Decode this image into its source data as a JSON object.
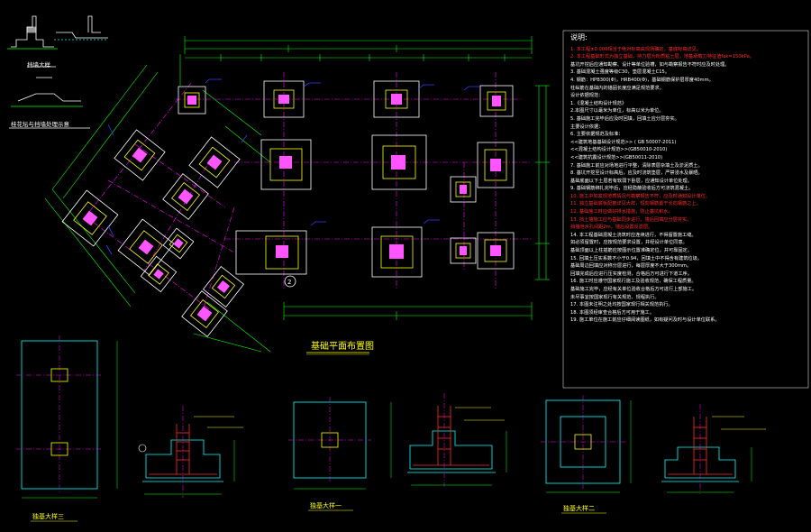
{
  "titles": {
    "plan": "基础平面布置图",
    "detail_1": "独基大样三",
    "detail_2": "独基大样一",
    "detail_3": "独基大样二",
    "retaining": "挡墙大样",
    "slope": "桂花坛与挡墙处理示意"
  },
  "grid_markers": {
    "axis_2": "2"
  },
  "notes": {
    "title": "说明:",
    "lines": [
      {
        "text": "1. 本工程±0.000相当于绝对标高由现场确定，基底标高详见。",
        "red": true
      },
      {
        "text": "2. 本工程基础形式为独立基础，持力层为粉质粘土层，地基承载力特征值fak=150kPa。",
        "red": true
      },
      {
        "text": "   基坑开挖后应通知勘察、设计等单位验槽，如与勘察报告不符时应及时处理。",
        "red": false
      },
      {
        "text": "3. 基础混凝土强度等级C30，垫层混凝土C15。",
        "red": false
      },
      {
        "text": "4. 钢筋：HPB300(Φ)，HRB400(Φ)，基础钢筋保护层厚度40mm。",
        "red": false
      },
      {
        "text": "   柱纵筋在基础内的锚固长度应满足规范要求。",
        "red": false
      },
      {
        "text": "   设计依据规范：",
        "red": false
      },
      {
        "text": "   1.《混凝土结构设计规范》",
        "red": false
      },
      {
        "text": "   2.本图尺寸以毫米为单位，标高以米为单位。",
        "red": false
      },
      {
        "text": "5. 基础施工完毕后应及时回填，回填土应分层夯实。",
        "red": false
      },
      {
        "text": "   主要设计依据：",
        "red": false
      },
      {
        "text": "6. 主要依据规范及标准：",
        "red": false
      },
      {
        "text": "                    <<建筑地基基础设计规范>> ( GB 50007-2011)",
        "red": false
      },
      {
        "text": "                    <<混凝土结构设计规范>>(GB50010-2010)",
        "red": false
      },
      {
        "text": "                    <<建筑抗震设计规范>>(GB50011-2010)",
        "red": false
      },
      {
        "text": "7. 基础施工前应对场地进行平整，清除表层杂填土及淤泥质土。",
        "red": false
      },
      {
        "text": "8. 基坑开挖至设计标高后，应及时浇筑垫层，严禁浸水及暴晒。",
        "red": false
      },
      {
        "text": "   基础底面以下土层若有软弱下卧层，应通知设计单位处理。",
        "red": false
      },
      {
        "text": "9. 基础钢筋绑扎完毕后，应经隐蔽验收后方可浇筑混凝土。",
        "red": false
      },
      {
        "text": "10. 施工中如发现地质情况与勘察报告不符，应及时通知设计单位。",
        "red": true
      },
      {
        "text": "11. 独立基础底板配筋详见大样，短向钢筋置于长向钢筋之上。",
        "red": true
      },
      {
        "text": "12. 基础施工时应做好排水措施，防止基坑积水。",
        "red": true
      },
      {
        "text": "13. 挡土墙施工应与基础同步进行，墙后回填应分层夯实。",
        "red": true
      },
      {
        "text": "    挡墙泄水孔间距2m，墙后设置反滤层。",
        "red": true
      },
      {
        "text": "14. 本工程基础混凝土浇筑时应连续进行，不得留置施工缝。",
        "red": false
      },
      {
        "text": "    如必须留置时，应按规范要求设置，并经设计单位同意。",
        "red": false
      },
      {
        "text": "    基础顶面以上柱插筋应按图示位置准确定位，并可靠固定。",
        "red": false
      },
      {
        "text": "15. 回填土压实系数不小于0.94，回填土中不得含有建筑垃圾。",
        "red": false
      },
      {
        "text": "    基础周边回填应对称分层进行，每层厚度不大于300mm。",
        "red": false
      },
      {
        "text": "    回填完成后应进行压实度检测，合格后方可进行下道工序。",
        "red": false
      },
      {
        "text": "16. 施工时应遵守国家现行施工及验收规范，确保工程质量。",
        "red": false
      },
      {
        "text": "    基础施工完毕，应经有关单位验收合格后方可进行上部施工。",
        "red": false
      },
      {
        "text": "    未尽事宜按国家现行有关规范、规程执行。",
        "red": false
      },
      {
        "text": "17. 本图未注明之处均按国家现行相关规范执行。",
        "red": false
      },
      {
        "text": "18. 本图须经审查合格后方可用于施工。",
        "red": false
      },
      {
        "text": "19. 施工单位在施工前应仔细阅读图纸，如有疑问及时与设计单位联系。",
        "red": false
      }
    ]
  },
  "colors": {
    "background": "#000000",
    "column_fill": "#ff55ff",
    "footing": "#ffffff",
    "pedestal": "#ffff00",
    "grid_axis": "#ff00ff",
    "dimension": "#00ff00",
    "annotation": "#0000ff",
    "rebar_red": "#ff2a2a",
    "cyan": "#00ffff"
  }
}
